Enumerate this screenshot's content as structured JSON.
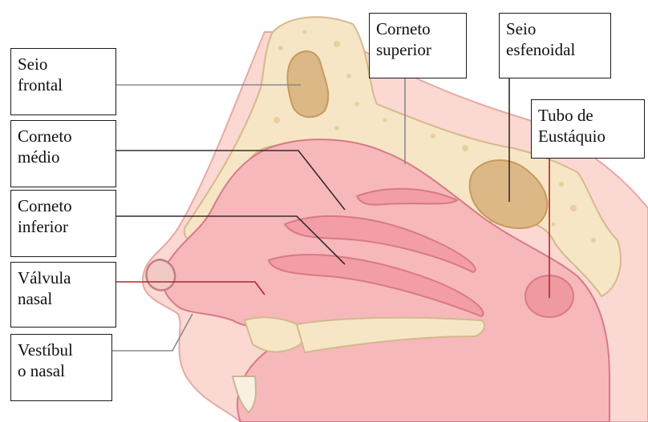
{
  "diagram": {
    "labels": [
      {
        "id": "seio-frontal",
        "lines": [
          "Seio",
          "frontal"
        ]
      },
      {
        "id": "corneto-medio",
        "lines": [
          "Corneto",
          "médio"
        ]
      },
      {
        "id": "corneto-inferior",
        "lines": [
          "Corneto",
          "inferior"
        ]
      },
      {
        "id": "valvula-nasal",
        "lines": [
          "Válvula",
          "nasal"
        ]
      },
      {
        "id": "vestibulo-nasal",
        "lines": [
          "Vestíbul",
          "o nasal"
        ]
      },
      {
        "id": "corneto-superior",
        "lines": [
          "Corneto",
          "superior"
        ]
      },
      {
        "id": "seio-esfenoidal",
        "lines": [
          "Seio",
          "esfenoidal"
        ]
      },
      {
        "id": "tubo-de-eustaquio",
        "lines": [
          "Tubo de",
          "Eustáquio"
        ]
      }
    ],
    "colors": {
      "mucosa": "#f6b8bb",
      "mucosa_dark": "#ef9aa0",
      "mucosa_line": "#d77a84",
      "bone": "#f6e6c6",
      "bone_dot": "#e9cf9e",
      "sinus": "#dcb886",
      "sinus_edge": "#c59a5e",
      "leader_gray": "#8a8a8a",
      "leader_red": "#b3242e",
      "leader_dark": "#3a2a2a"
    }
  }
}
